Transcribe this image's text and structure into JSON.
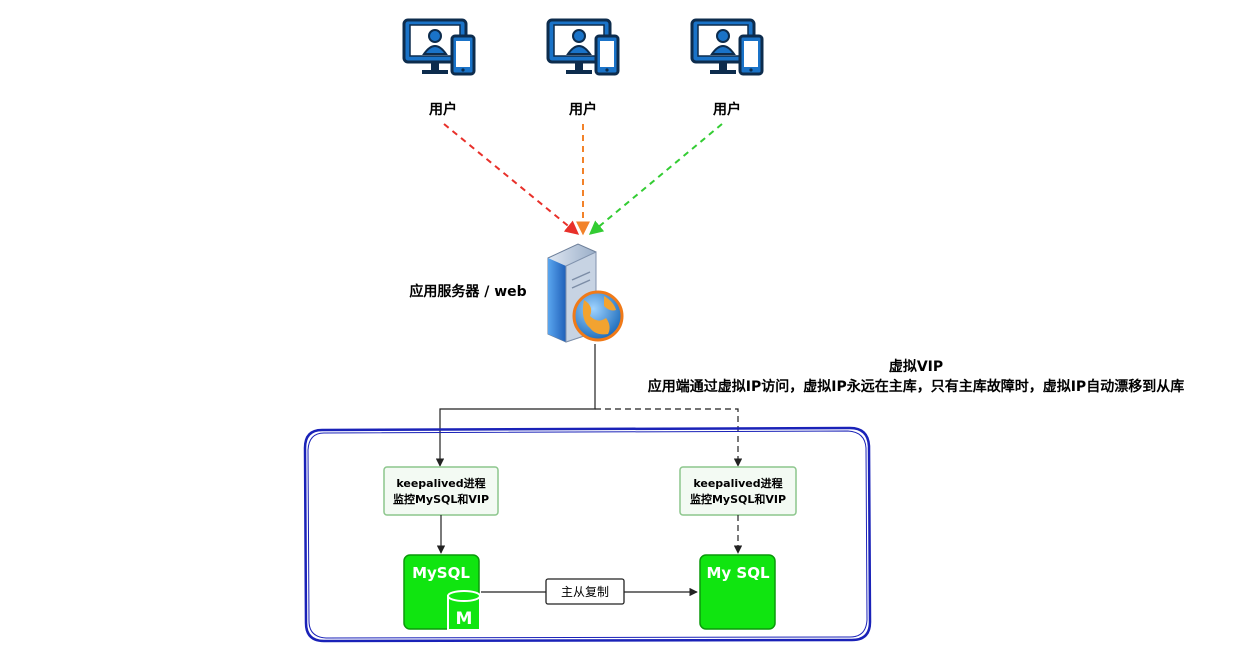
{
  "users": [
    {
      "label": "用户"
    },
    {
      "label": "用户"
    },
    {
      "label": "用户"
    }
  ],
  "server": {
    "label": "应用服务器 / web"
  },
  "vip": {
    "title": "虚拟VIP",
    "description": "应用端通过虚拟IP访问，虚拟IP永远在主库，只有主库故障时，虚拟IP自动漂移到从库"
  },
  "keepalived": [
    {
      "line1": "keepalived进程",
      "line2": "监控MySQL和VIP"
    },
    {
      "line1": "keepalived进程",
      "line2": "监控MySQL和VIP"
    }
  ],
  "mysql": [
    {
      "label": "MySQL",
      "badge": "M"
    },
    {
      "label": "My SQL"
    }
  ],
  "replication": {
    "label": "主从复制"
  },
  "colors": {
    "arrow_left": "#e8302a",
    "arrow_center": "#f2822a",
    "arrow_right": "#33cc33",
    "cluster_border": "#1a22b8",
    "mysql_fill": "#10e510",
    "icon_blue": "#1a73c8",
    "icon_dark": "#0d2c4d"
  }
}
